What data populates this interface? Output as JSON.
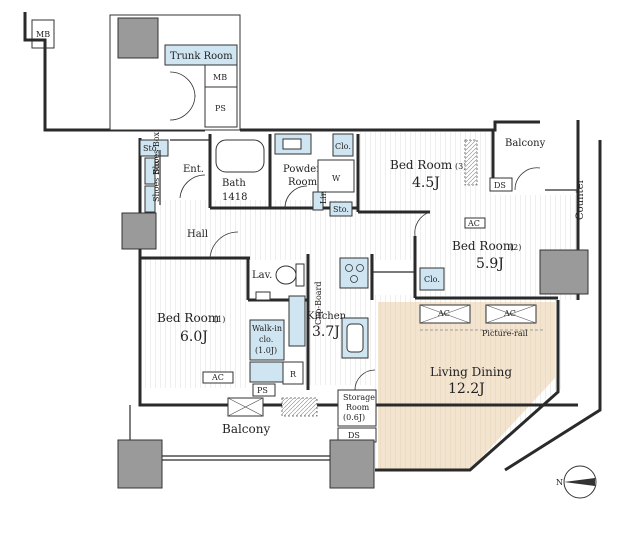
{
  "rooms": {
    "mb_top": "MB",
    "trunk_room": "Trunk Room",
    "mb_mid": "MB",
    "ps_top": "PS",
    "sto_entry": "Sto.",
    "shoes_box_1": "Shoes Box",
    "shoes_box_2": "Shoes Box",
    "ent": "Ent.",
    "bath": "Bath",
    "bath_size": "1418",
    "powder_room": "Powder Room",
    "lin": "Lin",
    "w": "W",
    "sto_powder": "Sto.",
    "clo_bed3": "Clo.",
    "bed3": "Bed Room",
    "bed3_num": "(3)",
    "bed3_size": "4.5J",
    "balcony_top": "Balcony",
    "ds_top": "DS",
    "ac_bed2": "AC",
    "counter": "Counter",
    "hall": "Hall",
    "bed2": "Bed Room",
    "bed2_num": "(2)",
    "bed2_size": "5.9J",
    "clo_bed2": "Clo.",
    "lav": "Lav.",
    "bed1": "Bed Room",
    "bed1_num": "(1)",
    "bed1_size": "6.0J",
    "walkin": "Walk-in",
    "walkin_clo": "clo.",
    "walkin_size": "(1.0J)",
    "cupboard": "Cup-Board",
    "kitchen": "Kitchen",
    "kitchen_size": "3.7J",
    "ac_ld_1": "AC",
    "ac_ld_2": "AC",
    "picture_rail": "Picture-rail",
    "living_dining": "Living Dining",
    "ld_size": "12.2J",
    "ac_bed1": "AC",
    "r": "R",
    "ps_bottom": "PS",
    "storage": "Storage",
    "storage_room": "Room",
    "storage_size": "(0.6J)",
    "ds_bottom": "DS",
    "balcony_bottom": "Balcony",
    "north": "N"
  },
  "colors": {
    "fixture": "#cfe6f2",
    "column": "#9a9a9a",
    "living_floor": "#f1e1cc",
    "wood_floor": "#efefef"
  }
}
